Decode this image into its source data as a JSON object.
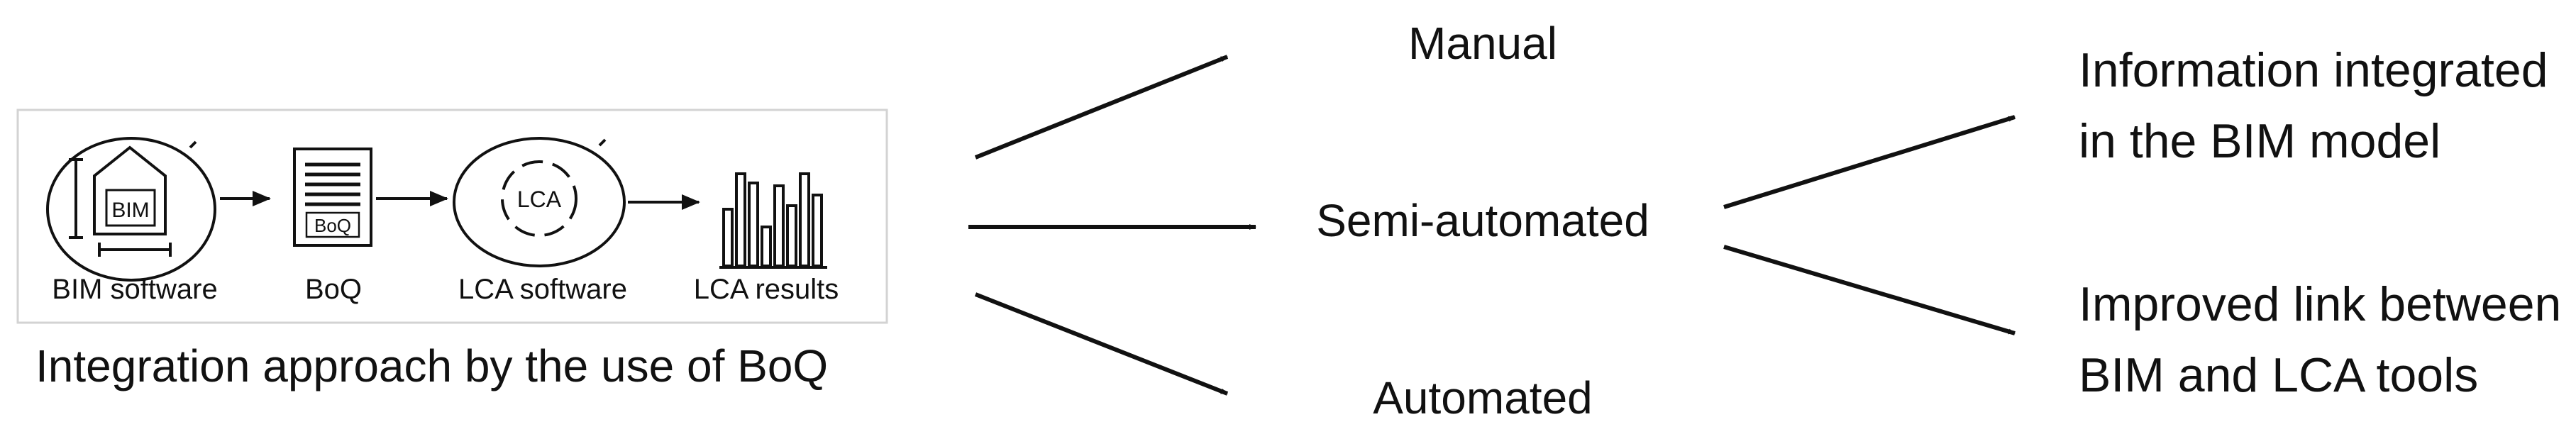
{
  "diagram": {
    "panel": {
      "caption": "Integration approach by the use of BoQ",
      "steps": [
        {
          "label": "BIM software",
          "icon": "bim-house-icon",
          "inner_text": "BIM"
        },
        {
          "label": "BoQ",
          "icon": "boq-document-icon",
          "inner_text": "BoQ"
        },
        {
          "label": "LCA software",
          "icon": "lca-cycle-icon",
          "inner_text": "LCA"
        },
        {
          "label": "LCA results",
          "icon": "bar-chart-icon"
        }
      ]
    },
    "approaches": [
      "Manual",
      "Semi-automated",
      "Automated"
    ],
    "outcomes": [
      [
        "Information integrated",
        "in the BIM model"
      ],
      [
        "Improved link between",
        "BIM and LCA tools"
      ]
    ]
  }
}
